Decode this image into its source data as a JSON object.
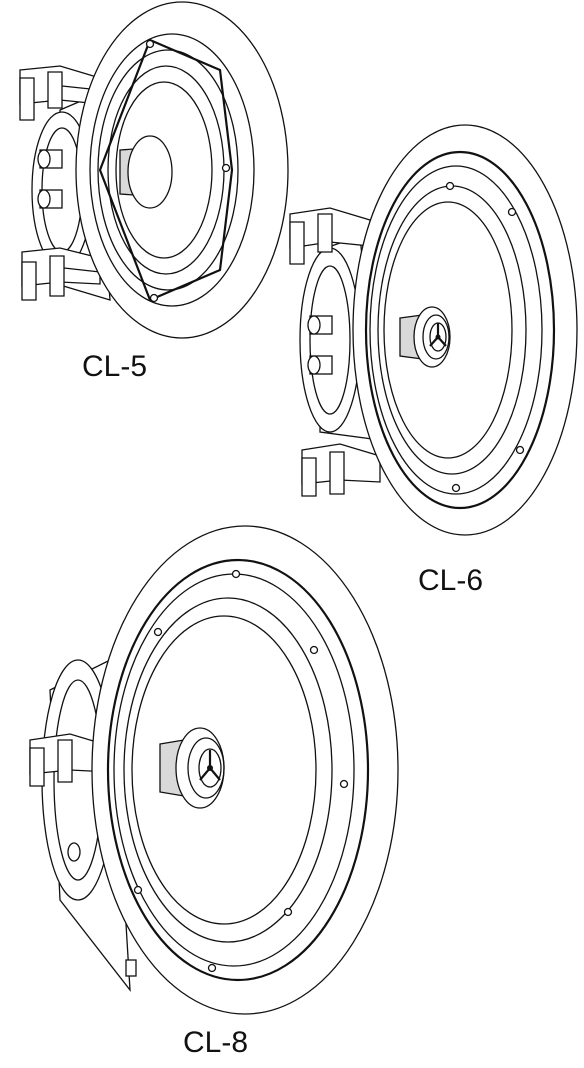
{
  "speakers": [
    {
      "id": "cl5",
      "label": "CL-5"
    },
    {
      "id": "cl6",
      "label": "CL-6"
    },
    {
      "id": "cl8",
      "label": "CL-8"
    }
  ],
  "colors": {
    "line": "#111111",
    "background": "#ffffff",
    "cone_shade": "#d9d9d9"
  }
}
